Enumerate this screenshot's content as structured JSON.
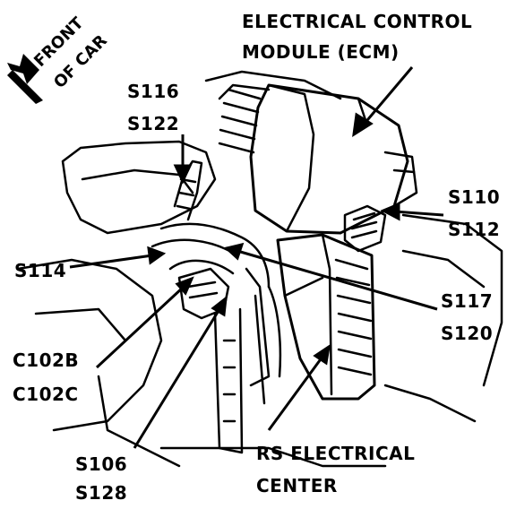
{
  "front_label": {
    "line1": "FRONT",
    "line2": "OF CAR"
  },
  "ecm_label": {
    "line1": "ELECTRICAL CONTROL",
    "line2": "MODULE (ECM)"
  },
  "splices": {
    "s116": "S116",
    "s122": "S122",
    "s110": "S110",
    "s112": "S112",
    "s114": "S114",
    "s117": "S117",
    "s120": "S120",
    "c102b": "C102B",
    "c102c": "C102C",
    "s106": "S106",
    "s128": "S128"
  },
  "rs_label": {
    "line1": "RS ELECTRICAL",
    "line2": "CENTER"
  },
  "colors": {
    "ink": "#000000",
    "paper": "#ffffff"
  }
}
